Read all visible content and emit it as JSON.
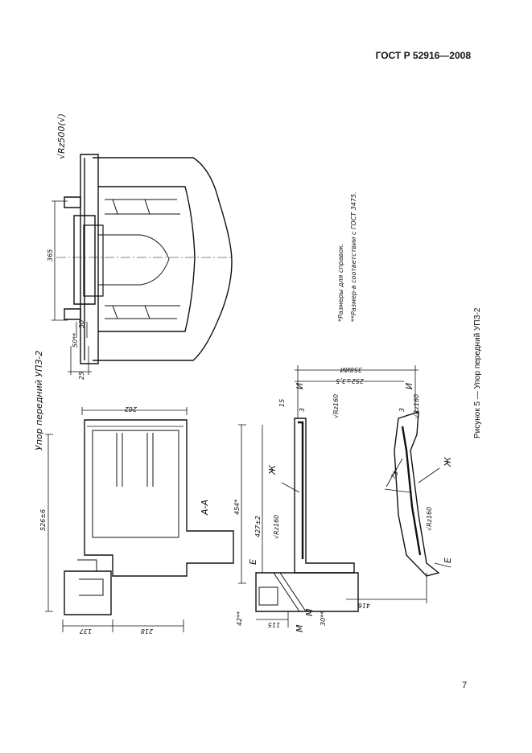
{
  "header": {
    "standard_code": "ГОСТ Р 52916—2008"
  },
  "page_number": "7",
  "figure_caption": "Рисунок 5 — Упор передний УПЗ-2",
  "drawing": {
    "title": "Упор передний УПЗ-2",
    "roughness_general": "√Rz500(√)",
    "section_label": "А-А",
    "notes": [
      "*Размеры для справок.",
      "**Размер-в соответствии с ГОСТ 3475."
    ],
    "dimensions": {
      "d_365": "365",
      "d_50": "50",
      "d_50_star": "50**",
      "d_25": "25",
      "d_262": "262",
      "d_526": "526±6",
      "d_137": "137",
      "d_218": "218",
      "d_358": "358ИИ",
      "d_252": "252±3,5",
      "d_454": "454*",
      "d_427": "427±2",
      "d_42": "42**",
      "d_115": "115",
      "d_30": "30**",
      "d_416": "416",
      "d_3a": "3",
      "d_3b": "3",
      "d_15": "15",
      "angle_75": "75°"
    },
    "roughness_marks": [
      "√Rz160",
      "√Rz160",
      "√Rz160",
      "√Rz160"
    ],
    "letters": [
      "И",
      "И",
      "Ж",
      "Ж",
      "Е",
      "Е",
      "М",
      "М"
    ]
  }
}
